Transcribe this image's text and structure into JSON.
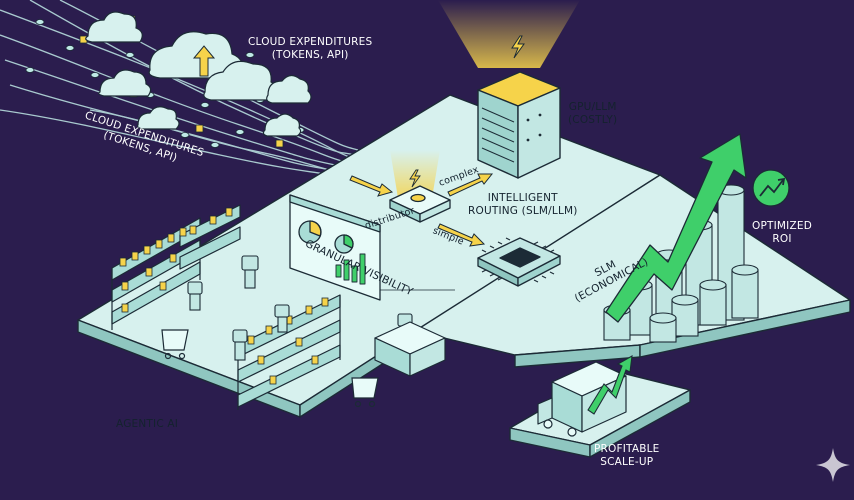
{
  "labels": {
    "cloud_top": [
      "CLOUD EXPENDITURES",
      "(TOKENS, API)"
    ],
    "cloud_side": [
      "CLOUD EXPENDITURES",
      "(TOKENS, API)"
    ],
    "gpu": [
      "GPU/LLM",
      "(COSTLY)"
    ],
    "routing": [
      "INTELLIGENT",
      "ROUTING (SLM/LLM)"
    ],
    "distributor": "distributor",
    "complex": "complex",
    "simple": "simple",
    "slm": [
      "SLM",
      "(ECONOMICAL)"
    ],
    "visibility": "GRANULAR VISIBILITY",
    "optimized": [
      "OPTIMIZED",
      "ROI"
    ],
    "agentic": "AGENTIC AI",
    "profitable": [
      "PROFITABLE",
      "SCALE-UP"
    ]
  },
  "colors": {
    "background": "#2b1d4e",
    "platform": "#d7f1ee",
    "platform_edge": "#8fc6c0",
    "accent_yellow": "#f6d34a",
    "growth_green": "#3fcf6a",
    "outline": "#1c2b36"
  },
  "icons": {
    "sparkle": "sparkle-icon",
    "lightning": "lightning-icon",
    "roi_badge": "trend-up-icon"
  }
}
